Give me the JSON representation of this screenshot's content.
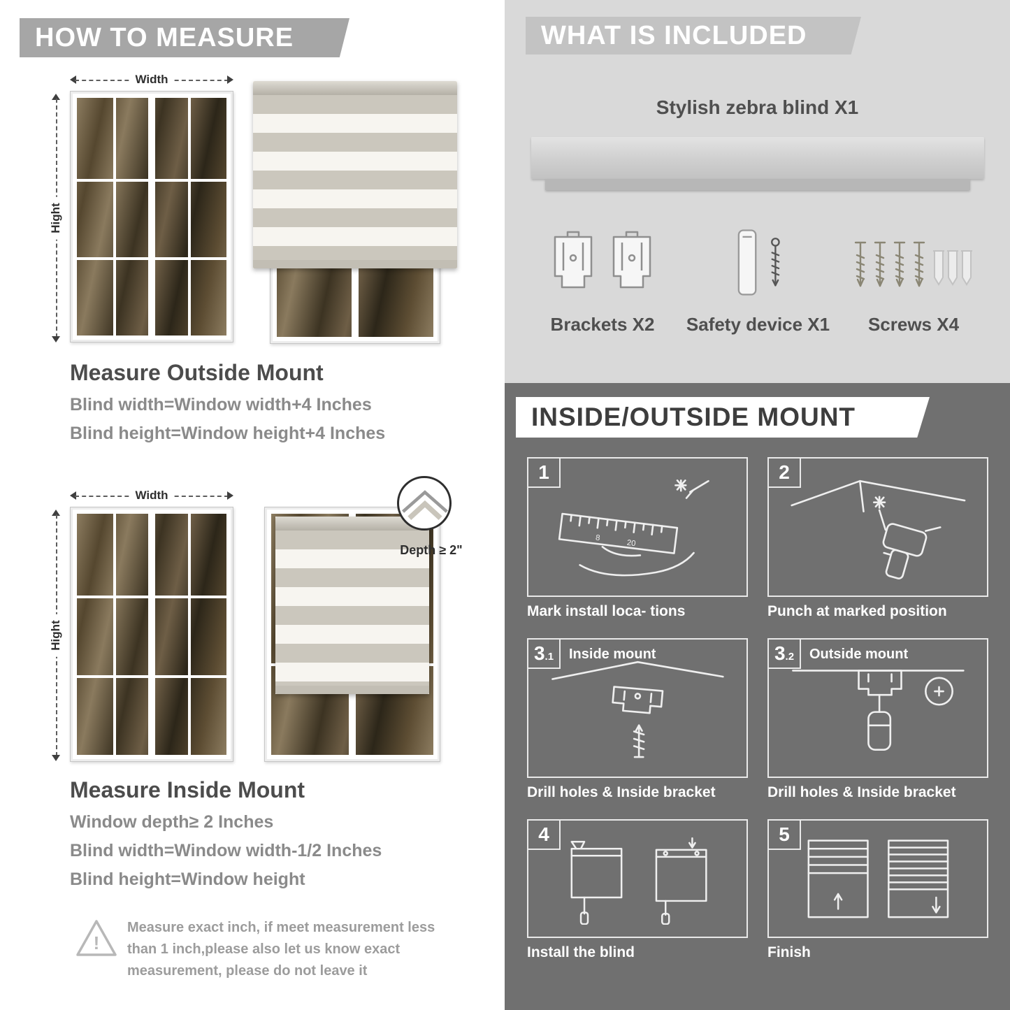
{
  "palette": {
    "left_badge_bg": "#a6a6a6",
    "included_panel_bg": "#d9d9d9",
    "included_badge_bg": "#c3c3c3",
    "dark_panel_bg": "#707070",
    "heading_text": "#4c4c4c",
    "body_text": "#8a8a8a",
    "blind_stripe": "#cbc7bd"
  },
  "left": {
    "header": "HOW TO MEASURE",
    "outside": {
      "width_label": "Width",
      "height_label": "Hight",
      "title": "Measure Outside Mount",
      "lines": [
        "Blind width=Window width+4 Inches",
        "Blind height=Window height+4 Inches"
      ]
    },
    "inside": {
      "width_label": "Width",
      "height_label": "Hight",
      "depth_label": "Depth ≥ 2\"",
      "title": "Measure Inside Mount",
      "lines": [
        "Window depth≥ 2 Inches",
        "Blind width=Window width-1/2 Inches",
        "Blind height=Window height"
      ]
    },
    "note": "Measure exact inch, if meet measurement less than 1 inch,please also let us know exact measurement, please do not leave it"
  },
  "included": {
    "header": "WHAT IS INCLUDED",
    "blind_label": "Stylish zebra blind X1",
    "items": [
      {
        "label": "Brackets X2",
        "icon": "bracket-icon"
      },
      {
        "label": "Safety device X1",
        "icon": "safety-device-icon"
      },
      {
        "label": "Screws X4",
        "icon": "screw-icon"
      }
    ]
  },
  "mount": {
    "header": "INSIDE/OUTSIDE MOUNT",
    "steps": [
      {
        "num": "1",
        "sub": "",
        "title": "",
        "caption": "Mark install loca- tions",
        "ruler_marks": [
          "8",
          "20"
        ]
      },
      {
        "num": "2",
        "sub": "",
        "title": "",
        "caption": "Punch at  marked position"
      },
      {
        "num": "3",
        "sub": ".1",
        "title": "Inside mount",
        "caption": "Drill holes &  Inside bracket"
      },
      {
        "num": "3",
        "sub": ".2",
        "title": "Outside mount",
        "caption": "Drill holes &  Inside bracket"
      },
      {
        "num": "4",
        "sub": "",
        "title": "",
        "caption": "Install the blind"
      },
      {
        "num": "5",
        "sub": "",
        "title": "",
        "caption": "Finish"
      }
    ]
  }
}
